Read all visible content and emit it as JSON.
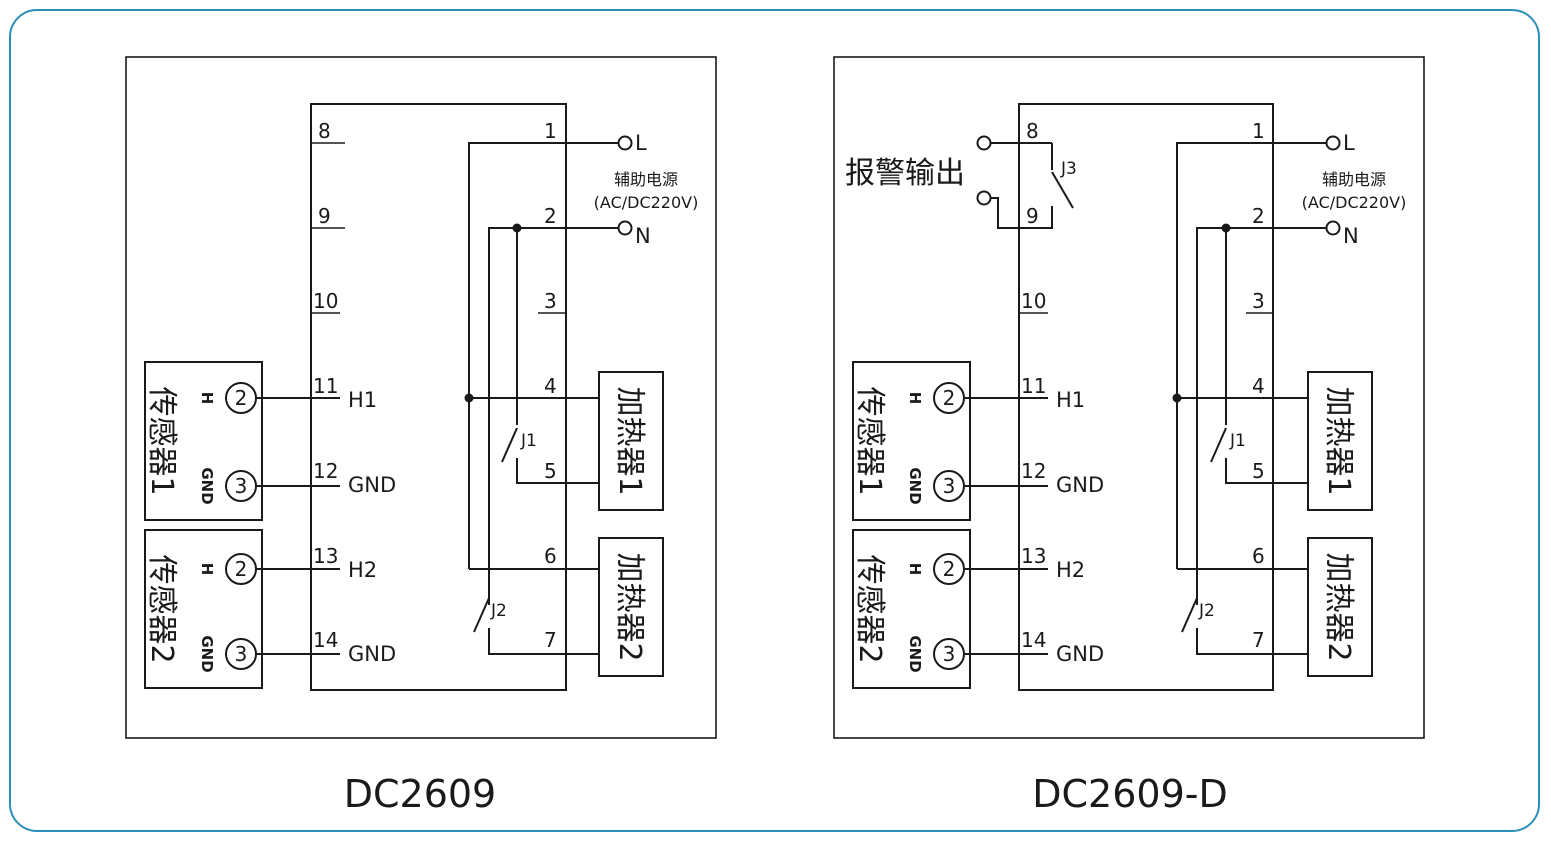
{
  "colors": {
    "frame": "#2b8fb8",
    "line": "#1a1a1a"
  },
  "left": {
    "title": "DC2609",
    "terminals": [
      "1",
      "2",
      "3",
      "4",
      "5",
      "6",
      "7",
      "8",
      "9",
      "10",
      "11",
      "12",
      "13",
      "14"
    ],
    "labels": {
      "h1": "H1",
      "gnd1": "GND",
      "h2": "H2",
      "gnd2": "GND",
      "l": "L",
      "n": "N"
    },
    "power": {
      "name": "辅助电源",
      "spec": "(AC/DC220V)"
    },
    "sensor1": {
      "name": "传感器1",
      "h": "H",
      "gnd": "GND",
      "pin_h": "2",
      "pin_g": "3"
    },
    "sensor2": {
      "name": "传感器2",
      "h": "H",
      "gnd": "GND",
      "pin_h": "2",
      "pin_g": "3"
    },
    "heater1": "加热器1",
    "heater2": "加热器2",
    "relays": {
      "j1": "J1",
      "j2": "J2"
    }
  },
  "right": {
    "title": "DC2609-D",
    "terminals": [
      "1",
      "2",
      "3",
      "4",
      "5",
      "6",
      "7",
      "8",
      "9",
      "10",
      "11",
      "12",
      "13",
      "14"
    ],
    "labels": {
      "h1": "H1",
      "gnd1": "GND",
      "h2": "H2",
      "gnd2": "GND",
      "l": "L",
      "n": "N"
    },
    "power": {
      "name": "辅助电源",
      "spec": "(AC/DC220V)"
    },
    "sensor1": {
      "name": "传感器1",
      "h": "H",
      "gnd": "GND",
      "pin_h": "2",
      "pin_g": "3"
    },
    "sensor2": {
      "name": "传感器2",
      "h": "H",
      "gnd": "GND",
      "pin_h": "2",
      "pin_g": "3"
    },
    "heater1": "加热器1",
    "heater2": "加热器2",
    "relays": {
      "j1": "J1",
      "j2": "J2",
      "j3": "J3"
    },
    "alarm": "报警输出"
  }
}
